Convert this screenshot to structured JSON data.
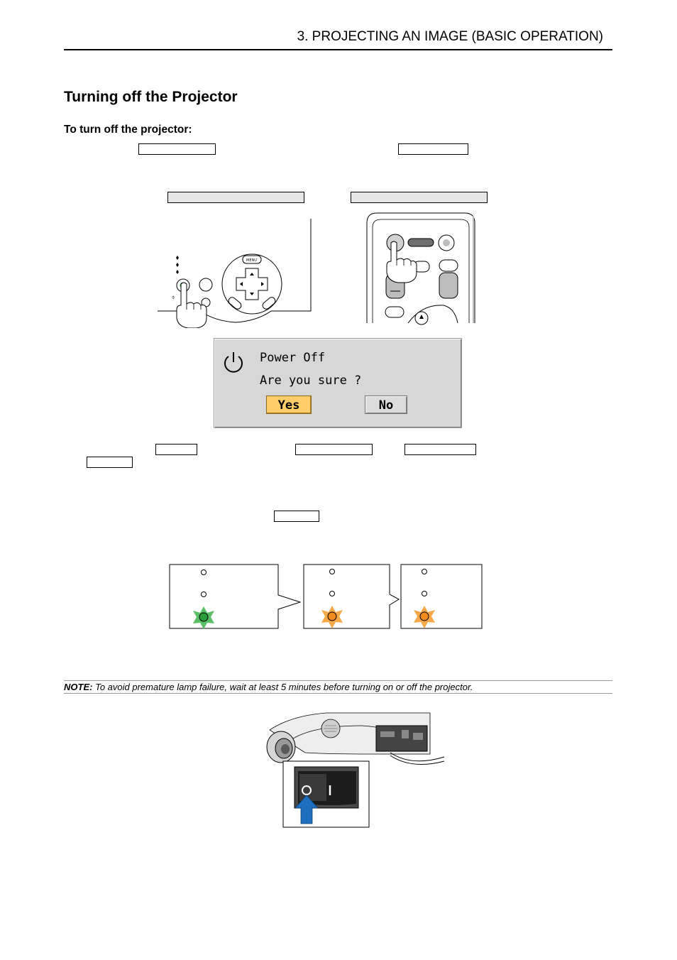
{
  "header": {
    "chapter_title": "3. PROJECTING AN IMAGE (BASIC OPERATION)"
  },
  "section": {
    "title": "Turning off the Projector",
    "subheading": "To turn off the projector:"
  },
  "dialog": {
    "title": "Power Off",
    "message": "Are you sure ?",
    "yes_label": "Yes",
    "no_label": "No"
  },
  "note": {
    "label": "NOTE:",
    "text": "To avoid premature lamp failure, wait at least 5 minutes before turning on or off the projector."
  },
  "colors": {
    "indicator_green": "#2a9d3a",
    "indicator_orange": "#f08a1c",
    "yes_button": "#ffce6a",
    "dialog_bg": "#d7d7d7",
    "arrow_blue": "#1f6fc0"
  }
}
